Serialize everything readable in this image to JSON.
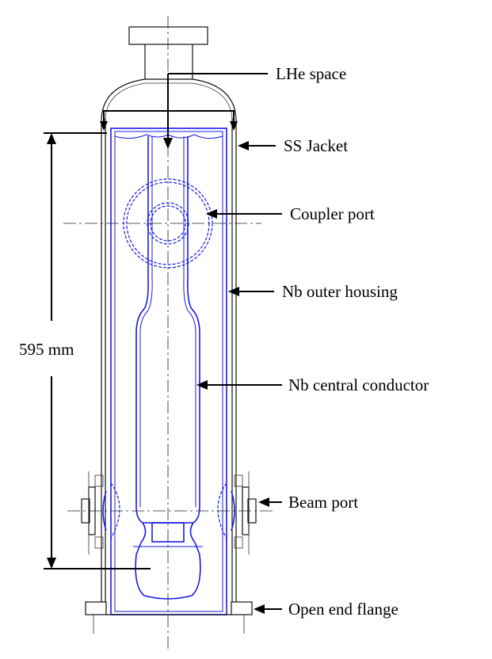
{
  "labels": {
    "lhe_space": "LHe space",
    "ss_jacket": "SS Jacket",
    "coupler_port": "Coupler port",
    "nb_outer_housing": "Nb outer housing",
    "nb_central_conductor": "Nb central conductor",
    "beam_port": "Beam port",
    "open_end_flange": "Open end flange",
    "dimension": "595 mm"
  }
}
